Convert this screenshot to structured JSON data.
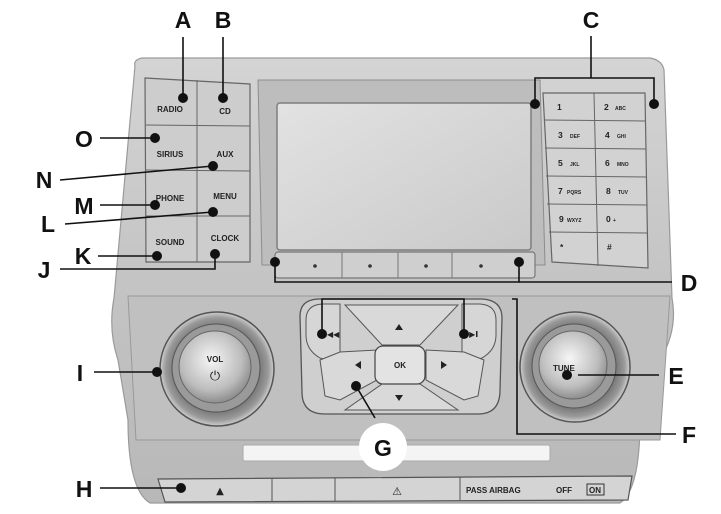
{
  "callouts": {
    "A": "A",
    "B": "B",
    "C": "C",
    "D": "D",
    "E": "E",
    "F": "F",
    "G": "G",
    "H": "H",
    "I": "I",
    "J": "J",
    "K": "K",
    "L": "L",
    "M": "M",
    "N": "N",
    "O": "O"
  },
  "left_buttons": {
    "radio": "RADIO",
    "cd": "CD",
    "sirius": "SIRIUS",
    "aux": "AUX",
    "phone": "PHONE",
    "menu": "MENU",
    "sound": "SOUND",
    "clock": "CLOCK"
  },
  "keypad": {
    "k1": "1",
    "k2": "2",
    "k2s": "ABC",
    "k3": "3",
    "k3s": "DEF",
    "k4": "4",
    "k4s": "GHI",
    "k5": "5",
    "k5s": "JKL",
    "k6": "6",
    "k6s": "MNO",
    "k7": "7",
    "k7s": "PQRS",
    "k8": "8",
    "k8s": "TUV",
    "k9": "9",
    "k9s": "WXYZ",
    "k0": "0",
    "k0s": "+",
    "kstar": "*",
    "khash": "#"
  },
  "nav": {
    "ok": "OK",
    "seek_back": "I◀◀",
    "seek_fwd": "▶▶I"
  },
  "knobs": {
    "vol": "VOL",
    "power": "⏻",
    "tune": "TUNE"
  },
  "bottom": {
    "eject": "▲",
    "hazard": "⚠",
    "airbag": "PASS AIRBAG",
    "off": "OFF",
    "on": "ON"
  }
}
